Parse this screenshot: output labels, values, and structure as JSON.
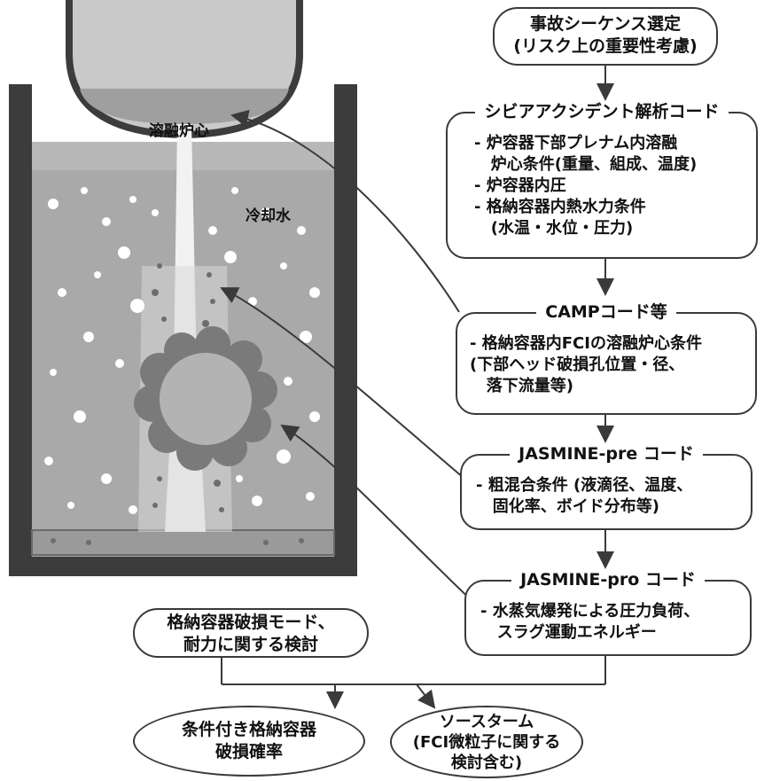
{
  "figure_labels": {
    "molten_core": "溶融炉心",
    "coolant": "冷却水"
  },
  "boxes": {
    "accident_sequence": {
      "lines": [
        "事故シーケンス選定",
        "(リスク上の重要性考慮)"
      ]
    },
    "severe_accident_code": {
      "title": "シビアアクシデント解析コード",
      "items": [
        "- 炉容器下部プレナム内溶融",
        "   炉心条件(重量、組成、温度)",
        "- 炉容器内圧",
        "- 格納容器内熱水力条件",
        "   (水温・水位・圧力)"
      ]
    },
    "camp_code": {
      "title": "CAMPコード等",
      "items": [
        "- 格納容器内FCIの溶融炉心条件",
        "(下部ヘッド破損孔位置・径、",
        "   落下流量等)"
      ]
    },
    "jasmine_pre": {
      "title": "JASMINE-pre コード",
      "items": [
        "- 粗混合条件 (液滴径、温度、",
        "   固化率、ボイド分布等)"
      ]
    },
    "jasmine_pro": {
      "title": "JASMINE-pro コード",
      "items": [
        "- 水蒸気爆発による圧力負荷、",
        "   スラグ運動エネルギー"
      ]
    },
    "containment_failure": {
      "lines": [
        "格納容器破損モード、",
        "耐力に関する検討"
      ]
    }
  },
  "ellipses": {
    "conditional_probability": "条件付き格納容器\n破損確率",
    "source_term": "ソースターム\n(FCI微粒子に関する\n検討含む)"
  },
  "colors": {
    "water": "#a9a9a9",
    "vessel_wall": "#3c3c3c",
    "debris_cloud": "#6f6f6f",
    "stroke": "#3a3a3a"
  }
}
